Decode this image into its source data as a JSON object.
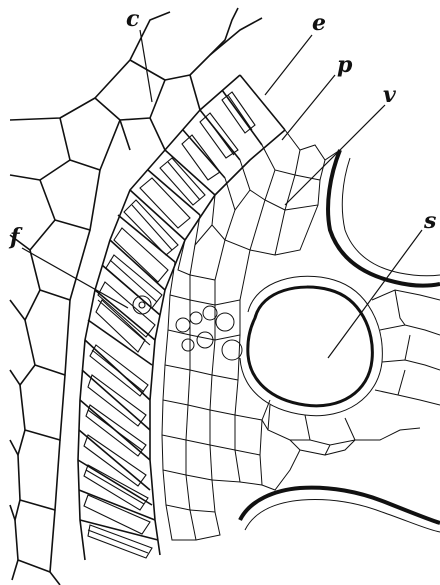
{
  "labels": {
    "c": "c",
    "e": "e",
    "p": "p",
    "v": "v",
    "s": "s",
    "f": "f"
  }
}
